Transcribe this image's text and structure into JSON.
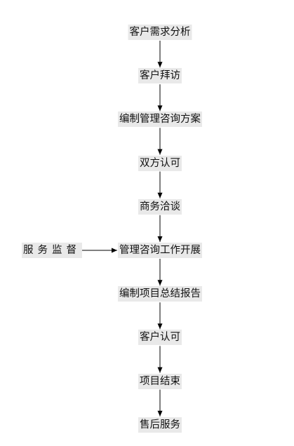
{
  "diagram": {
    "steps": [
      {
        "label": "客户需求分析"
      },
      {
        "label": "客户拜访"
      },
      {
        "label": "编制管理咨询方案"
      },
      {
        "label": "双方认可"
      },
      {
        "label": "商务洽谈"
      },
      {
        "label": "管理咨询工作开展"
      },
      {
        "label": "编制项目总结报告"
      },
      {
        "label": "客户认可"
      },
      {
        "label": "项目结束"
      },
      {
        "label": "售后服务"
      }
    ],
    "side_input": {
      "label": "服务监督",
      "target_step": 5
    },
    "colors": {
      "node_bg": "#e9e9e9",
      "text": "#111111",
      "arrow": "#000000"
    }
  }
}
